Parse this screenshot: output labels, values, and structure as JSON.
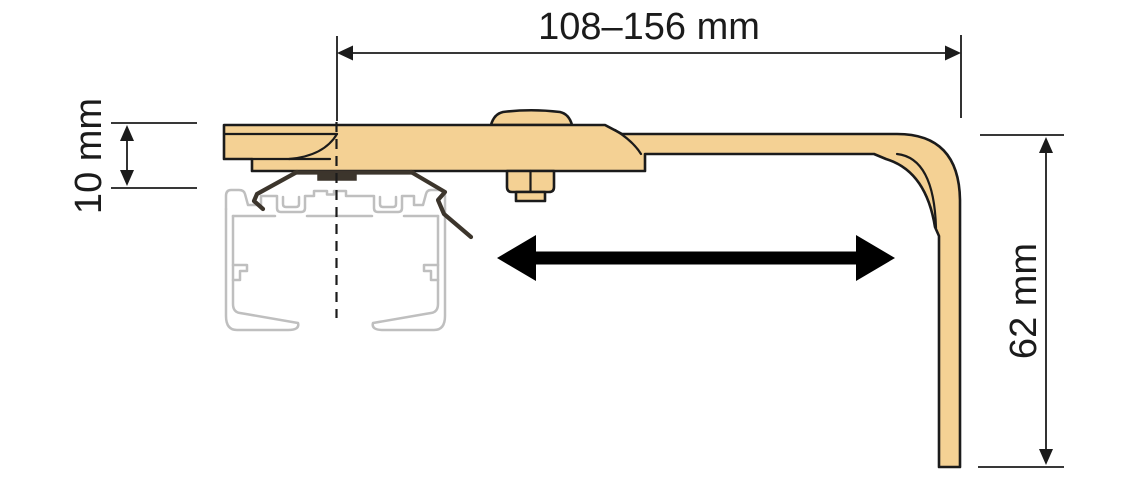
{
  "colors": {
    "c-bg": "#ffffff",
    "c-bracket": "#f4d194",
    "c-outline": "#1b1b1b",
    "c-rail": "#bfbfbf",
    "c-clip": "#3c352c",
    "c-dim": "#1b1b1b",
    "c-arrow": "#000000",
    "c-text": "#1b1b1b"
  },
  "diagram": {
    "kind": "technical-dimension-drawing",
    "subject": "ceiling-mounted curtain rail support bracket, side cross-section",
    "dimensions": {
      "width_range": {
        "label": "108–156 mm",
        "min": 108,
        "max": 156,
        "unit": "mm"
      },
      "offset": {
        "label": "10 mm",
        "value": 10,
        "unit": "mm"
      },
      "height": {
        "label": "62 mm",
        "value": 62,
        "unit": "mm"
      }
    },
    "parts": [
      "mounting-bracket-arm",
      "rail-profile-cross-section",
      "spring-clip",
      "clamp-nut",
      "pivot-cap",
      "center-axis-dashed-line",
      "horizontal-adjustability-arrow"
    ]
  }
}
